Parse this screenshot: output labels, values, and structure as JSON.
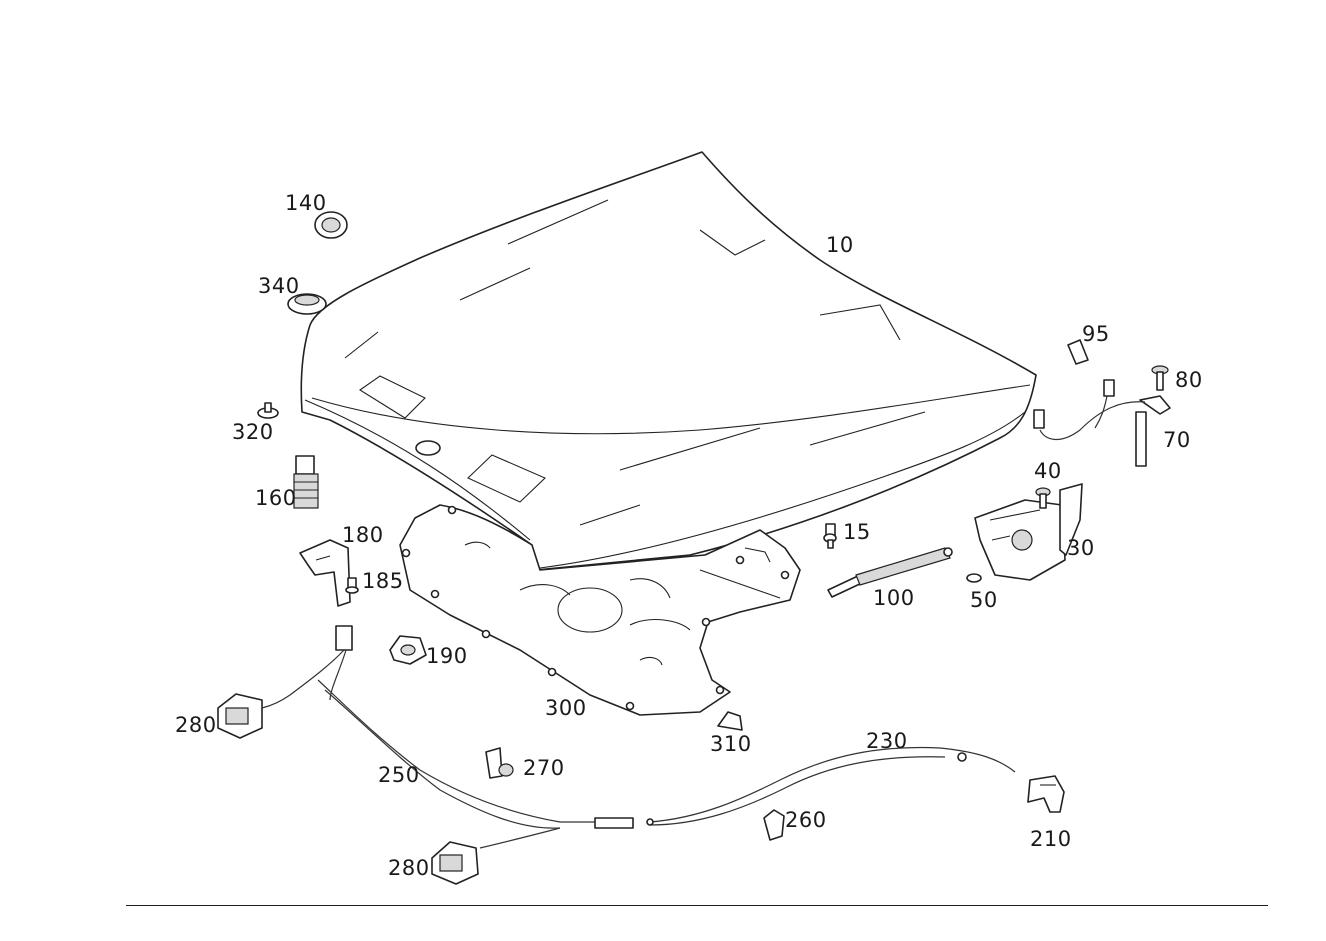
{
  "parts": {
    "p10": "10",
    "p140": "140",
    "p340": "340",
    "p320": "320",
    "p160": "160",
    "p180": "180",
    "p185": "185",
    "p190": "190",
    "p280a": "280",
    "p280b": "280",
    "p300": "300",
    "p310": "310",
    "p270": "270",
    "p250": "250",
    "p230": "230",
    "p260": "260",
    "p210": "210",
    "p15": "15",
    "p100": "100",
    "p95": "95",
    "p80": "80",
    "p70": "70",
    "p40": "40",
    "p30": "30",
    "p50": "50"
  }
}
